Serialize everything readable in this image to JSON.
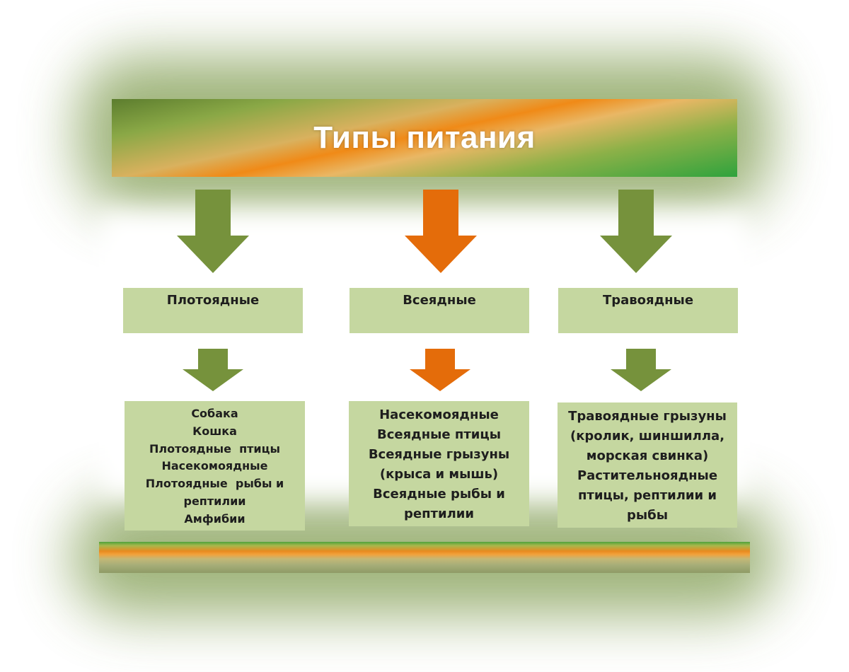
{
  "diagram": {
    "title": "Типы питания",
    "colors": {
      "green_arrow": "#76923c",
      "orange_arrow": "#e46c0a",
      "box_fill": "#c5d7a0",
      "glow": "#8fa865"
    },
    "columns": [
      {
        "label": "Плотоядные",
        "arrow_color": "green",
        "items": [
          "Собака",
          "Кошка",
          "Плотоядные  птицы",
          "Насекомоядные",
          "Плотоядные  рыбы и",
          "рептилии",
          "Амфибии"
        ]
      },
      {
        "label": "Всеядные",
        "arrow_color": "orange",
        "items": [
          "Насекомоядные",
          "Всеядные птицы",
          "Всеядные грызуны",
          "(крыса и мышь)",
          "Всеядные рыбы и",
          "рептилии"
        ]
      },
      {
        "label": "Травоядные",
        "arrow_color": "green",
        "items": [
          "Травоядные грызуны",
          "(кролик, шиншилла,",
          "морская свинка)",
          "Растительноядные",
          "птицы, рептилии и",
          "рыбы"
        ]
      }
    ]
  }
}
